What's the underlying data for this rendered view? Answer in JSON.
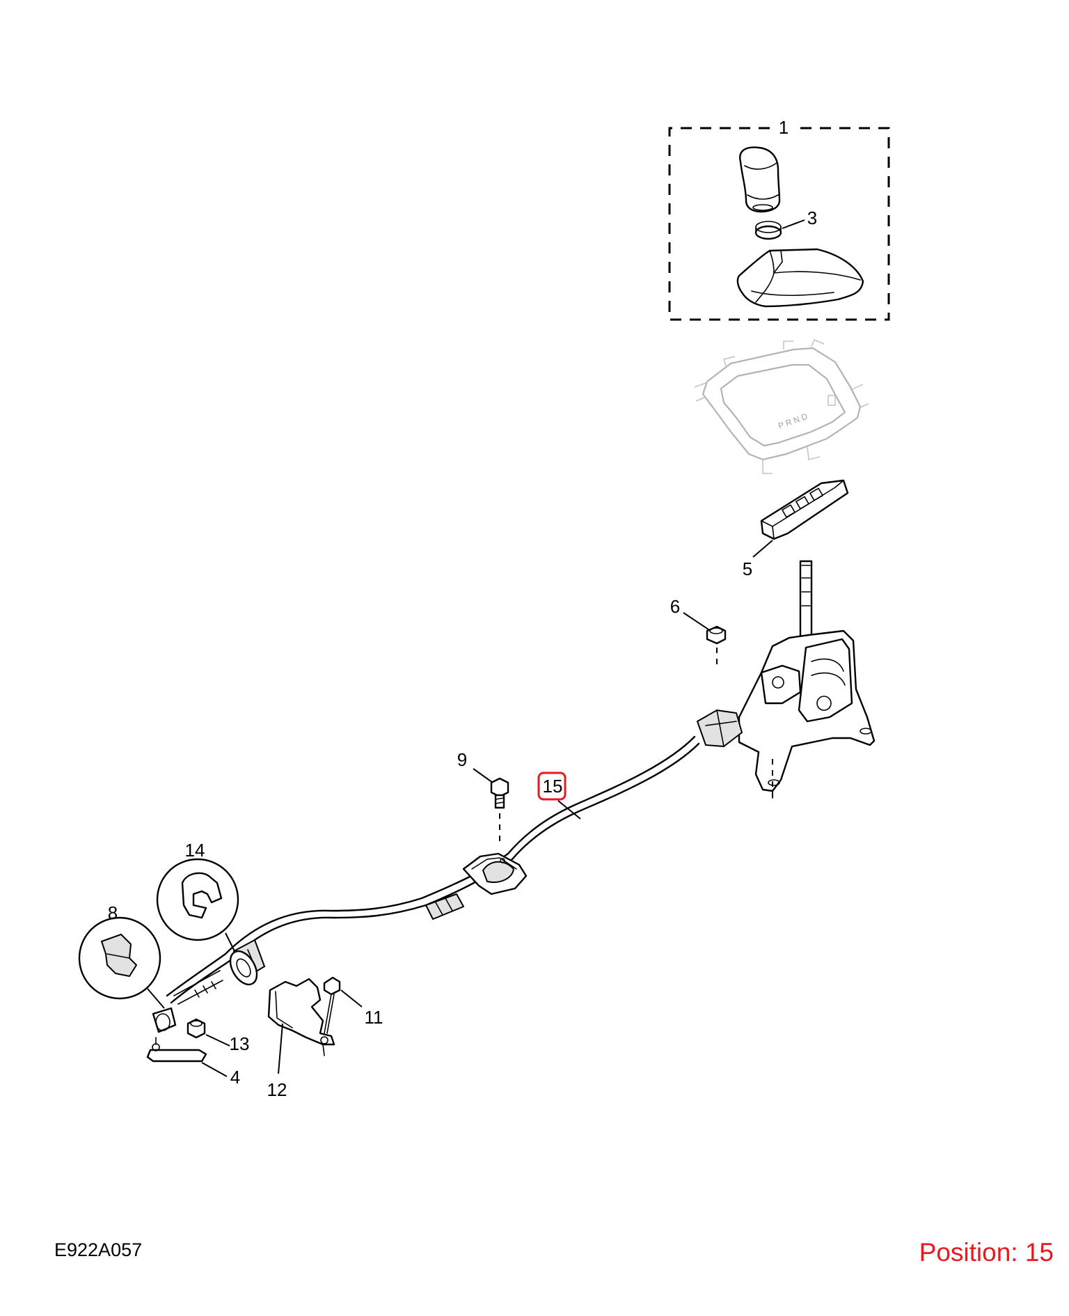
{
  "diagram_code": "E922A057",
  "position_label": "Position: 15",
  "highlight_color": "#e8191f",
  "highlighted_callout": "15",
  "callouts": {
    "c1": "1",
    "c3": "3",
    "c4": "4",
    "c5": "5",
    "c6": "6",
    "c8": "8",
    "c9": "9",
    "c11": "11",
    "c12": "12",
    "c13": "13",
    "c14": "14",
    "c15": "15"
  },
  "parts": [
    "shift-knob",
    "knob-ring",
    "shifter-boot-trim",
    "shift-plate-bezel",
    "shift-indicator-switch",
    "shifter-nut",
    "shifter-assembly",
    "cable-bushing",
    "grommet-bolt",
    "cable-grommet",
    "bracket-bolt",
    "cable-bracket",
    "lever-nut",
    "shift-lever",
    "cable-clip",
    "shift-cable"
  ]
}
